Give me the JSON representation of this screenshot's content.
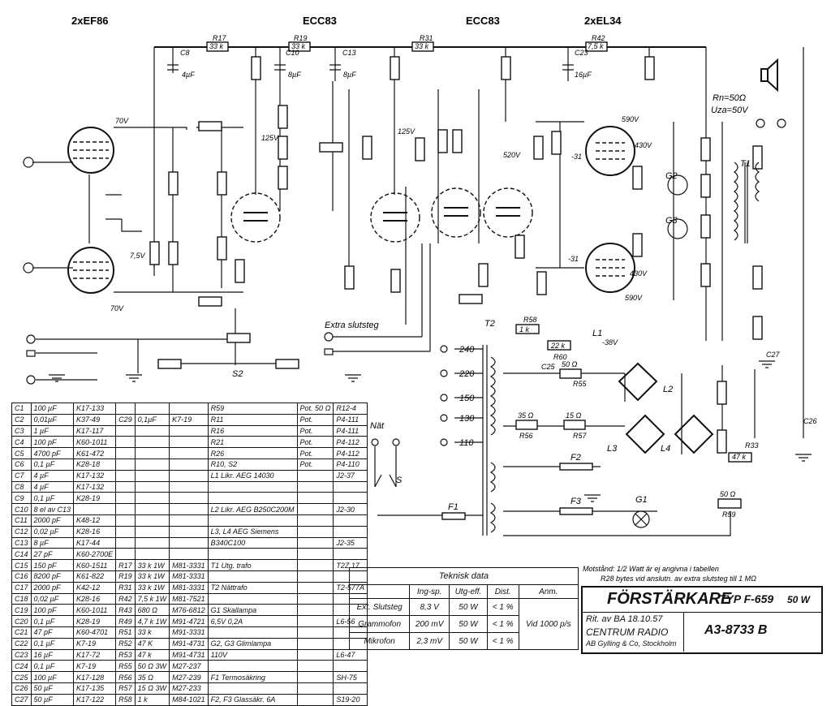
{
  "tubes": {
    "input": "2xEF86",
    "driver1": "ECC83",
    "driver2": "ECC83",
    "output": "2xEL34"
  },
  "top_labels": [
    "R17",
    "33 k",
    "R19",
    "33 k",
    "R31",
    "33 k",
    "R42",
    "7,5 k"
  ],
  "cap_labels": [
    "C8",
    "4µF",
    "C10",
    "8µF",
    "C13",
    "8µF",
    "C23",
    "16µF"
  ],
  "speaker": {
    "rn": "Rn=50Ω",
    "uza": "Uza=50V"
  },
  "voltages": [
    "70V",
    "70V",
    "7,5V",
    "125V",
    "125V",
    "590V",
    "590V",
    "430V",
    "430V",
    "-31",
    "-31",
    "520V",
    "-38V"
  ],
  "labels": {
    "extra": "Extra slutsteg",
    "t1": "T1",
    "t2": "T2",
    "nat": "Nät",
    "l1": "L1",
    "l2": "L2",
    "l3": "L3",
    "l4": "L4",
    "f1": "F1",
    "f2": "F2",
    "f3": "F3",
    "g1": "G1",
    "g2": "G2",
    "g3": "G3",
    "s2": "S2",
    "s": "S",
    "taps": [
      "240",
      "220",
      "150",
      "130",
      "110"
    ],
    "r59": "50 Ω",
    "r59n": "R59",
    "r55": "50 Ω",
    "r55n": "R55",
    "r56": "35 Ω",
    "r56n": "R56",
    "r57": "15 Ω",
    "r57n": "R57",
    "r58": "1 k",
    "r58n": "R58",
    "r60": "22 k",
    "r60n": "R60",
    "c25": "C25",
    "c26": "C26",
    "c27": "C27",
    "r33": "47 k",
    "r33n": "R33"
  },
  "parts_table": [
    [
      "C1",
      "100 µF",
      "K17-133",
      "",
      "",
      "",
      "R59",
      "Pot. 50 Ω",
      "R12-4"
    ],
    [
      "C2",
      "0,01µF",
      "K37-49",
      "C29",
      "0,1µF",
      "K7-19",
      "R11",
      "Pot.",
      "P4-111"
    ],
    [
      "C3",
      "1 µF",
      "K17-117",
      "",
      "",
      "",
      "R16",
      "Pot.",
      "P4-111"
    ],
    [
      "C4",
      "100 pF",
      "K60-1011",
      "",
      "",
      "",
      "R21",
      "Pot.",
      "P4-112"
    ],
    [
      "C5",
      "4700 pF",
      "K61-472",
      "",
      "",
      "",
      "R26",
      "Pot.",
      "P4-112"
    ],
    [
      "C6",
      "0,1 µF",
      "K28-18",
      "",
      "",
      "",
      "R10, S2",
      "Pot.",
      "P4-110"
    ],
    [
      "C7",
      "4 µF",
      "K17-132",
      "",
      "",
      "",
      "L1 Likr. AEG 14030",
      "",
      "J2-37"
    ],
    [
      "C8",
      "4 µF",
      "K17-132",
      "",
      "",
      "",
      "",
      "",
      ""
    ],
    [
      "C9",
      "0,1 µF",
      "K28-19",
      "",
      "",
      "",
      "",
      "",
      ""
    ],
    [
      "C10",
      "8 el av C13",
      "",
      "",
      "",
      "",
      "L2 Likr. AEG B250C200M",
      "",
      "J2-30"
    ],
    [
      "C11",
      "2000 pF",
      "K48-12",
      "",
      "",
      "",
      "",
      "",
      ""
    ],
    [
      "C12",
      "0,02 µF",
      "K28-16",
      "",
      "",
      "",
      "L3, L4 AEG Siemens",
      "",
      ""
    ],
    [
      "C13",
      "8 µF",
      "K17-44",
      "",
      "",
      "",
      "B340C100",
      "",
      "J2-35"
    ],
    [
      "C14",
      "27 pF",
      "K60-2700E",
      "",
      "",
      "",
      "",
      "",
      ""
    ],
    [
      "C15",
      "150 pF",
      "K60-1511",
      "R17",
      "33 k 1W",
      "M81-3331",
      "T1 Utg. trafo",
      "",
      "T2Z 17"
    ],
    [
      "C16",
      "8200 pF",
      "K61-822",
      "R19",
      "33 k 1W",
      "M81-3331",
      "",
      "",
      ""
    ],
    [
      "C17",
      "2000 pF",
      "K42-12",
      "R31",
      "33 k 1W",
      "M81-3331",
      "T2 Nättrafo",
      "",
      "T2-577A"
    ],
    [
      "C18",
      "0,02 µF",
      "K28-16",
      "R42",
      "7,5 k 1W",
      "M81-7521",
      "",
      "",
      ""
    ],
    [
      "C19",
      "100 pF",
      "K60-1011",
      "R43",
      "680 Ω",
      "M76-6812",
      "G1 Skallampa",
      "",
      ""
    ],
    [
      "C20",
      "0,1 µF",
      "K28-19",
      "R49",
      "4,7 k 1W",
      "M91-4721",
      "6,5V 0,2A",
      "",
      "L6-56"
    ],
    [
      "C21",
      "47 pF",
      "K60-4701",
      "R51",
      "33 k",
      "M91-3331",
      "",
      "",
      ""
    ],
    [
      "C22",
      "0,1 µF",
      "K7-19",
      "R52",
      "47 K",
      "M91-4731",
      "G2, G3 Glimlampa",
      "",
      ""
    ],
    [
      "C23",
      "16 µF",
      "K17-72",
      "R53",
      "47 k",
      "M91-4731",
      "110V",
      "",
      "L6-47"
    ],
    [
      "C24",
      "0,1 µF",
      "K7-19",
      "R55",
      "50 Ω 3W",
      "M27-237",
      "",
      "",
      ""
    ],
    [
      "C25",
      "100 µF",
      "K17-128",
      "R56",
      "35 Ω",
      "M27-239",
      "F1 Termosäkring",
      "",
      "SH-75"
    ],
    [
      "C26",
      "50 µF",
      "K17-135",
      "R57",
      "15 Ω 3W",
      "M27-233",
      "",
      "",
      ""
    ],
    [
      "C27",
      "50 µF",
      "K17-122",
      "R58",
      "1 k",
      "M84-1021",
      "F2, F3 Glassäkr. 6A",
      "",
      "S19-20"
    ]
  ],
  "tech": {
    "title": "Teknisk data",
    "headers": [
      "",
      "Ing-sp.",
      "Utg-eff.",
      "Dist.",
      "Anm."
    ],
    "rows": [
      [
        "Ext. Slutsteg",
        "8,3 V",
        "50 W",
        "< 1 %"
      ],
      [
        "Grammofon",
        "200 mV",
        "50 W",
        "< 1 %"
      ],
      [
        "Mikrofon",
        "2,3 mV",
        "50 W",
        "< 1 %"
      ]
    ],
    "note": "Vid 1000 p/s"
  },
  "note_lines": [
    "Motstånd: 1/2 Watt är ej angivna i tabellen",
    "R28 bytes vid anslutn. av extra slutsteg till 1 MΩ"
  ],
  "title_block": {
    "name": "FÖRSTÄRKARE",
    "type": "TYP F-659",
    "power": "50 W",
    "drawn": "Rit. av BA 18.10.57",
    "company": "CENTRUM RADIO",
    "company2": "AB Gylling & Co, Stockholm",
    "number": "A3-8733 B"
  }
}
